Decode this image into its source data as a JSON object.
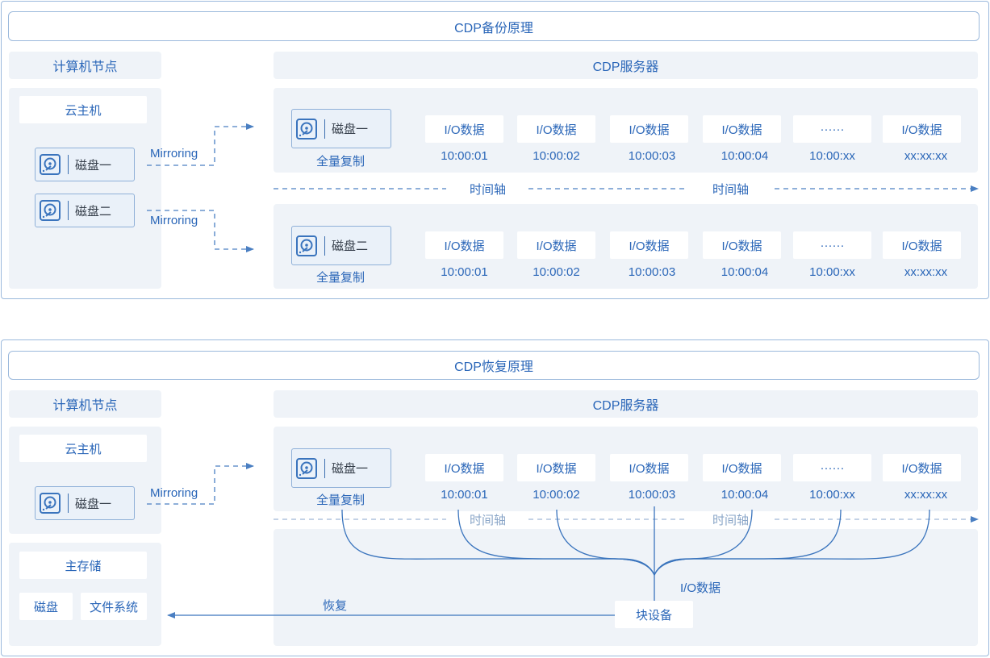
{
  "colors": {
    "accent": "#2a66b8",
    "panel_bg": "#eff3f8",
    "border": "#9bb9dc",
    "line": "#3a74bd"
  },
  "backup": {
    "title": "CDP备份原理",
    "compute_header": "计算机节点",
    "server_header": "CDP服务器",
    "vm_label": "云主机",
    "disks": [
      "磁盘一",
      "磁盘二"
    ],
    "mirror_label": "Mirroring",
    "rows": [
      {
        "disk": "磁盘一",
        "full_copy": "全量复制",
        "io": [
          "I/O数据",
          "I/O数据",
          "I/O数据",
          "I/O数据",
          "······",
          "I/O数据"
        ],
        "times": [
          "10:00:01",
          "10:00:02",
          "10:00:03",
          "10:00:04",
          "10:00:xx",
          "xx:xx:xx"
        ]
      },
      {
        "disk": "磁盘二",
        "full_copy": "全量复制",
        "io": [
          "I/O数据",
          "I/O数据",
          "I/O数据",
          "I/O数据",
          "······",
          "I/O数据"
        ],
        "times": [
          "10:00:01",
          "10:00:02",
          "10:00:03",
          "10:00:04",
          "10:00:xx",
          "xx:xx:xx"
        ]
      }
    ],
    "timeline_labels": [
      "时间轴",
      "时间轴"
    ]
  },
  "restore": {
    "title": "CDP恢复原理",
    "compute_header": "计算机节点",
    "server_header": "CDP服务器",
    "vm_label": "云主机",
    "disk": "磁盘一",
    "mirror_label": "Mirroring",
    "row": {
      "disk": "磁盘一",
      "full_copy": "全量复制",
      "io": [
        "I/O数据",
        "I/O数据",
        "I/O数据",
        "I/O数据",
        "······",
        "I/O数据"
      ],
      "times": [
        "10:00:01",
        "10:00:02",
        "10:00:03",
        "10:00:04",
        "10:00:xx",
        "xx:xx:xx"
      ]
    },
    "timeline_labels": [
      "时间轴",
      "时间轴"
    ],
    "storage_label": "主存储",
    "storage_items": [
      "磁盘",
      "文件系统"
    ],
    "io_label": "I/O数据",
    "block_device": "块设备",
    "restore_label": "恢复"
  },
  "icons": {
    "disk": "hard-disk-icon",
    "arrow": "arrow-right-icon"
  }
}
